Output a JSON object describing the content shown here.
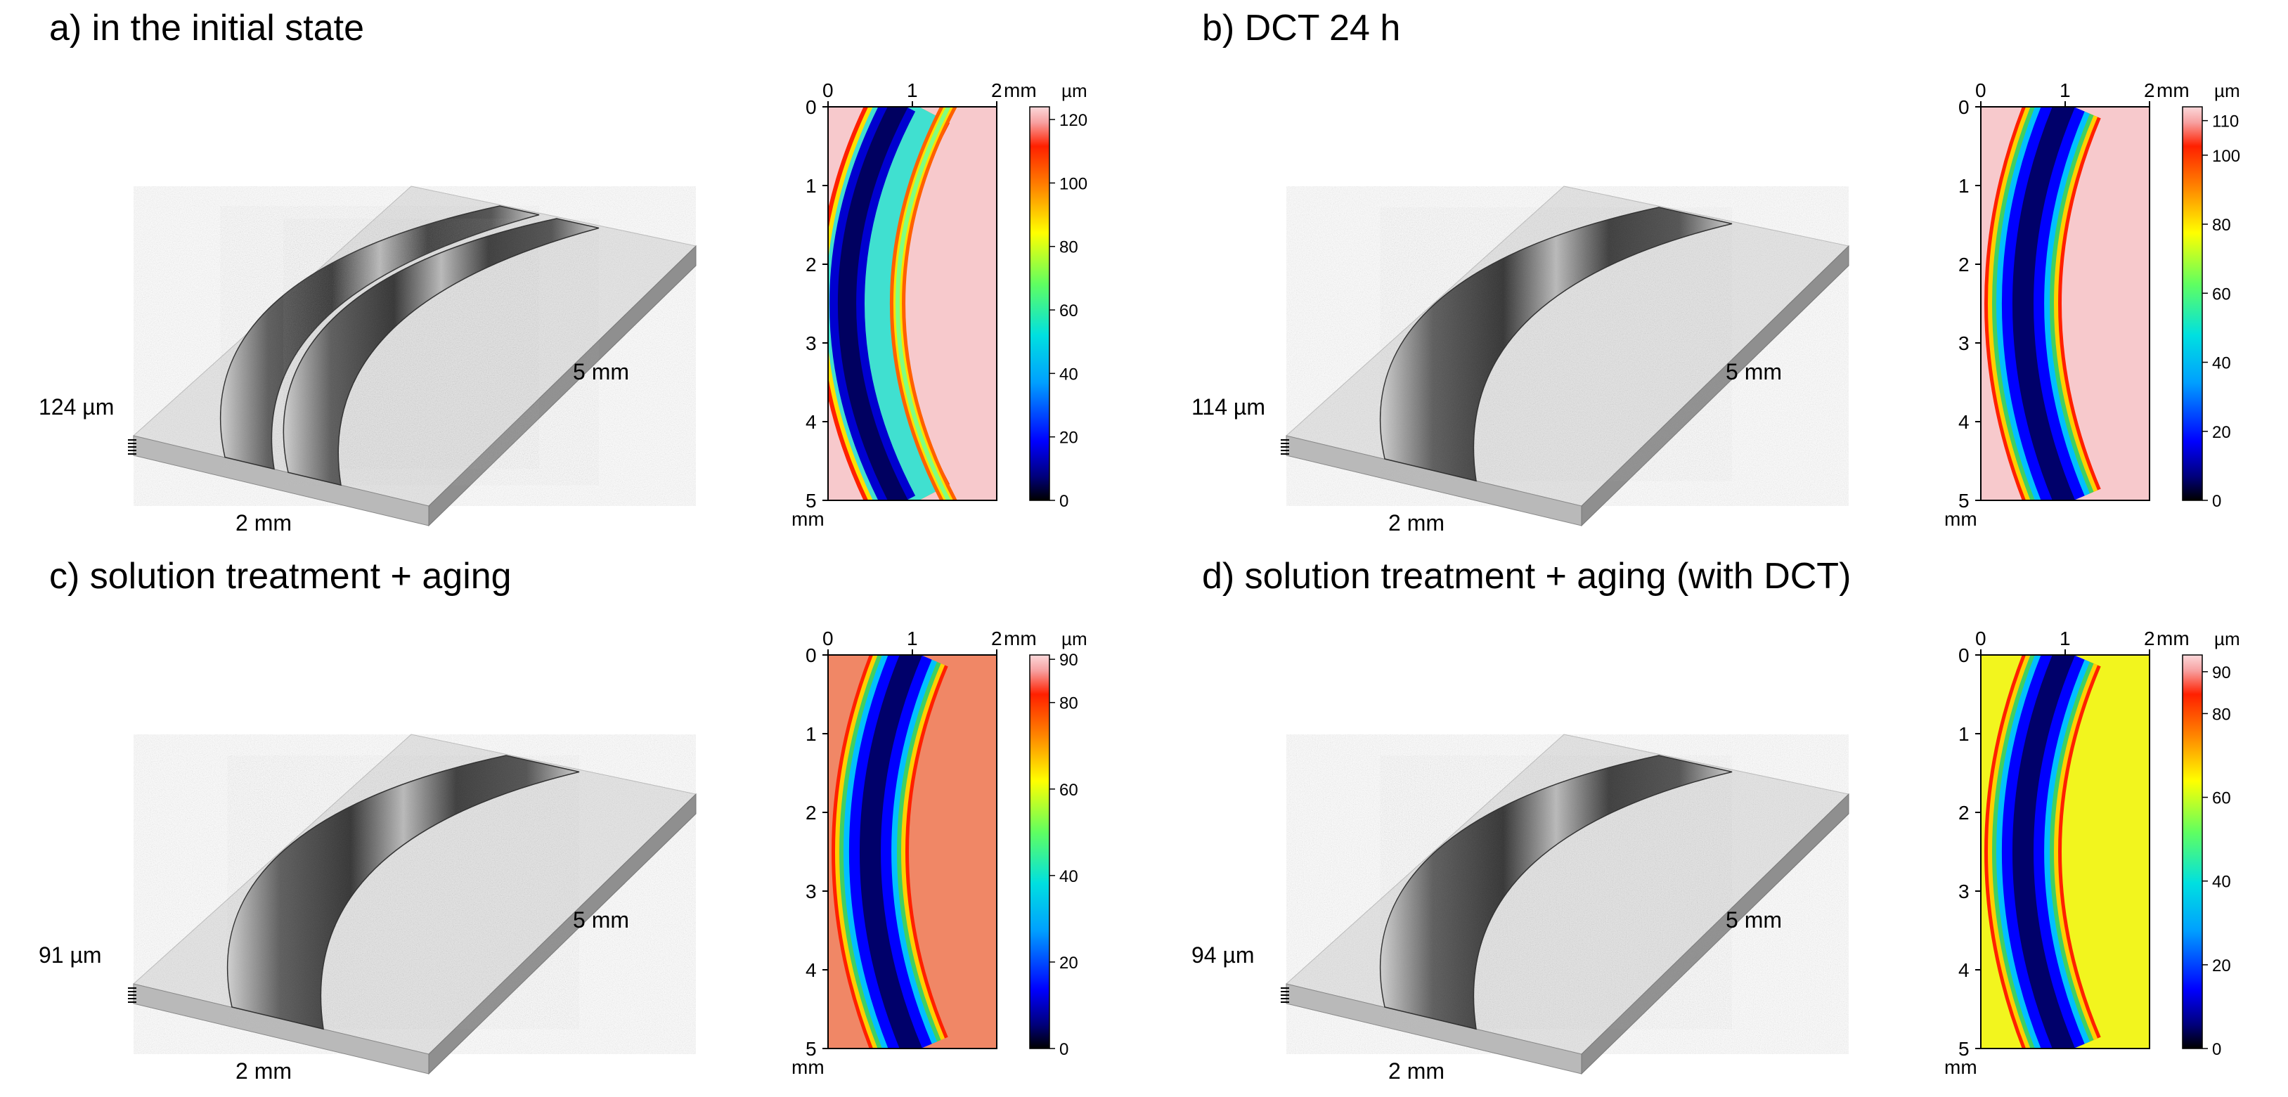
{
  "units": {
    "length": "mm",
    "height": "µm"
  },
  "axis_ticks": {
    "x": [
      "0",
      "1",
      "2"
    ],
    "y": [
      "0",
      "1",
      "2",
      "3",
      "4",
      "5"
    ]
  },
  "panels": [
    {
      "id": "a",
      "title": "a) in the initial state",
      "iso": {
        "height_label": "124 µm",
        "width_label": "2 mm",
        "length_label": "5 mm"
      },
      "colorbar": {
        "unit": "µm",
        "ticks": [
          "0",
          "20",
          "40",
          "60",
          "80",
          "100",
          "120"
        ],
        "max": 124
      },
      "map_style": "two-track",
      "base_color": "#f7c9cc"
    },
    {
      "id": "b",
      "title": "b) DCT 24 h",
      "iso": {
        "height_label": "114 µm",
        "width_label": "2 mm",
        "length_label": "5 mm"
      },
      "colorbar": {
        "unit": "µm",
        "ticks": [
          "0",
          "20",
          "40",
          "60",
          "80",
          "100",
          "110"
        ],
        "max": 114
      },
      "map_style": "single",
      "base_color": "#f7c9cc"
    },
    {
      "id": "c",
      "title": "c) solution treatment + aging",
      "iso": {
        "height_label": "91 µm",
        "width_label": "2 mm",
        "length_label": "5 mm"
      },
      "colorbar": {
        "unit": "µm",
        "ticks": [
          "0",
          "20",
          "40",
          "60",
          "80",
          "90"
        ],
        "max": 91
      },
      "map_style": "single",
      "base_color": "#f08766"
    },
    {
      "id": "d",
      "title": "d) solution treatment + aging (with DCT)",
      "iso": {
        "height_label": "94 µm",
        "width_label": "2 mm",
        "length_label": "5 mm"
      },
      "colorbar": {
        "unit": "µm",
        "ticks": [
          "0",
          "20",
          "40",
          "60",
          "80",
          "90"
        ],
        "max": 94
      },
      "map_style": "single",
      "base_color": "#f2f51e"
    }
  ]
}
